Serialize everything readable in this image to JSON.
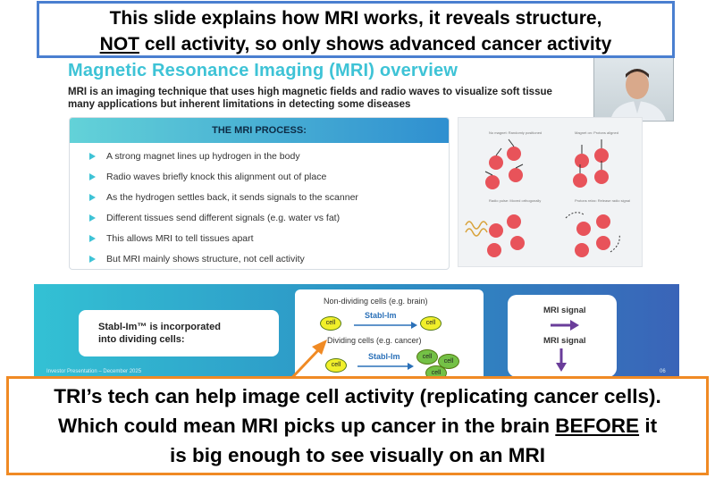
{
  "top_note": {
    "line1": "This slide explains how MRI works, it reveals structure,",
    "line2_emph": "NOT",
    "line2_rest": " cell activity, so only shows advanced cancer activity"
  },
  "slide": {
    "title": "Magnetic Resonance Imaging (MRI) overview",
    "subtitle_line1": "MRI is an imaging technique that uses high magnetic fields and radio waves to visualize soft tissue",
    "subtitle_line2": "many applications but inherent limitations in detecting some diseases",
    "process_header": "THE MRI PROCESS:",
    "process_items": [
      "A strong magnet lines up hydrogen in the body",
      "Radio waves briefly knock this alignment out of place",
      "As the hydrogen settles back, it sends signals to the scanner",
      "Different tissues send different signals (e.g. water vs fat)",
      "This allows MRI to tell tissues apart",
      "But MRI mainly shows structure, not cell activity"
    ],
    "diagram_labels": [
      "No magnet: Randomly positioned",
      "Magnet on: Protons aligned",
      "Radio pulse: Moved orthogonally",
      "Protons relax: Release radio signal"
    ],
    "stabl_line1": "Stabl-Im™ is incorporated",
    "stabl_line2": "into dividing cells:",
    "non_dividing": "Non-dividing cells (e.g. brain)",
    "dividing": "Dividing cells (e.g. cancer)",
    "stabl_im": "Stabl-Im",
    "cell": "cell",
    "mri_signal": "MRI signal",
    "footer_left": "Investor Presentation – December 2025",
    "page_num": "06",
    "colors": {
      "teal": "#3ec3d6",
      "blue_band": "#2c8fc4",
      "cell_yellow": "#f1ef2a",
      "cell_green": "#74c146",
      "arrow_purple": "#6a3d9a"
    }
  },
  "bottom_note": {
    "line1": "TRI’s tech can help image cell activity (replicating cancer cells).",
    "line2": "Which could mean MRI picks up cancer in the brain ",
    "line2_emph": "BEFORE",
    "line2_rest": " it",
    "line3": "is big enough to see visually on an MRI"
  }
}
